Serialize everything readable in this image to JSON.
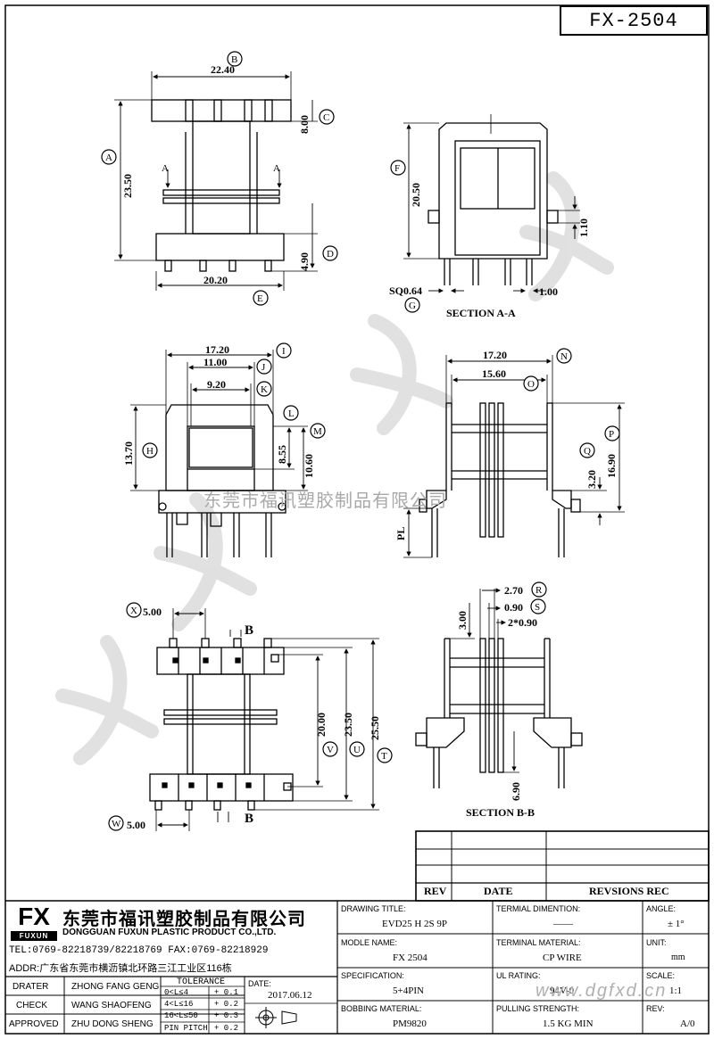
{
  "part_no": "FX-2504",
  "top_view": {
    "dim_b": "22.40",
    "tag_b": "B",
    "dim_a": "23.50",
    "tag_a": "A",
    "dim_c": "8.00",
    "tag_c": "C",
    "dim_d": "4.90",
    "tag_d": "D",
    "dim_e": "20.20",
    "tag_e": "E",
    "section_mark": "A"
  },
  "section_aa": {
    "title": "SECTION A-A",
    "dim_f": "20.50",
    "tag_f": "F",
    "dim_110": "1.10",
    "dim_g": "SQ0.64",
    "tag_g": "G",
    "dim_100": "1.00"
  },
  "front_view": {
    "dim_i": "17.20",
    "tag_i": "I",
    "dim_j": "11.00",
    "tag_j": "J",
    "dim_k": "9.20",
    "tag_k": "K",
    "tag_l": "L",
    "dim_h": "13.70",
    "tag_h": "H",
    "dim_855": "8.55",
    "dim_m": "10.60",
    "tag_m": "M"
  },
  "side_view": {
    "dim_n": "17.20",
    "tag_n": "N",
    "dim_o": "15.60",
    "tag_o": "O",
    "dim_q": "3.20",
    "tag_q": "Q",
    "dim_p": "16.90",
    "tag_p": "P",
    "dim_pl": "PL"
  },
  "bottom_view": {
    "dim_x": "5.00",
    "tag_x": "X",
    "dim_w": "5.00",
    "tag_w": "W",
    "dim_v": "20.00",
    "tag_v": "V",
    "dim_u": "23.50",
    "tag_u": "U",
    "dim_t": "25.50",
    "tag_t": "T",
    "section_mark": "B"
  },
  "section_bb": {
    "title": "SECTION B-B",
    "dim_r": "2.70",
    "tag_r": "R",
    "dim_s": "0.90",
    "tag_s": "S",
    "dim_2x": "2*0.90",
    "dim_300": "3.00",
    "dim_690": "6.90"
  },
  "watermark": "东莞市福讯塑胶制品有限公司",
  "url_watermark": "www.dgfxd.cn",
  "revision_table": {
    "rev": "REV",
    "date": "DATE",
    "record": "REVSIONS REC"
  },
  "company": {
    "logo": "FX",
    "logo_sub": "FUXUN",
    "name_cn": "东莞市福讯塑胶制品有限公司",
    "name_en": "DONGGUAN FUXUN PLASTIC PRODUCT CO.,LTD.",
    "tel": "TEL:0769-82218739/82218769 FAX:0769-82218929",
    "addr": "ADDR:广东省东莞市横沥镇北环路三江工业区116栋"
  },
  "signoff": [
    {
      "role": "DRATER",
      "name": "ZHONG FANG GENG"
    },
    {
      "role": "CHECK",
      "name": "WANG SHAOFENG"
    },
    {
      "role": "APPROVED",
      "name": "ZHU DONG SHENG"
    }
  ],
  "tolerance": {
    "title": "TOLERANCE",
    "rows": [
      {
        "range": "0<L≤4",
        "value": "+ 0.1"
      },
      {
        "range": "4<L≤16",
        "value": "+ 0.2"
      },
      {
        "range": "16<L≤50",
        "value": "+ 0.3"
      },
      {
        "range": "PIN PITCH",
        "value": "+ 0.2"
      }
    ]
  },
  "date": {
    "label": "DATE:",
    "value": "2017.06.12"
  },
  "fields": {
    "drawing_title": {
      "label": "DRAWING TITLE:",
      "value": "EVD25 H 2S 9P"
    },
    "terminal_dimention": {
      "label": "TERMIAL DIMENTION:",
      "value": "——"
    },
    "angle": {
      "label": "ANGLE:",
      "value": "± 1°"
    },
    "model_name": {
      "label": "MODLE NAME:",
      "value": "FX 2504"
    },
    "terminal_material": {
      "label": "TERMINAL MATERIAL:",
      "value": "CP WIRE"
    },
    "unit": {
      "label": "UNIT:",
      "value": "mm"
    },
    "specification": {
      "label": "SPECIFICATION:",
      "value": "5+4PIN"
    },
    "ul_rating": {
      "label": "UL RATING:",
      "value": "94V-0"
    },
    "scale": {
      "label": "SCALE:",
      "value": "1:1"
    },
    "bobbing_material": {
      "label": "BOBBING MATERIAL:",
      "value": "PM9820"
    },
    "pulling_strength": {
      "label": "PULLING STRENGTH:",
      "value": "1.5 KG MIN"
    },
    "rev": {
      "label": "REV:",
      "value": "A/0"
    }
  }
}
